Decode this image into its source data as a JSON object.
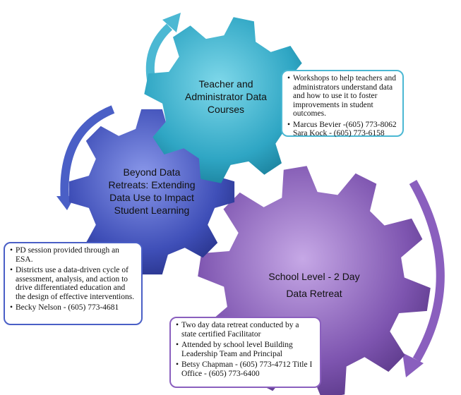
{
  "gears": [
    {
      "id": "teacher",
      "title": "Teacher and Administrator Data Courses",
      "color": "#2fa6c4",
      "bullets": [
        "Workshops to help teachers and administrators understand data and how to use it to foster improvements in student outcomes.",
        "Marcus Bevier -(605) 773-8062 Sara Kock - (605) 773-6158"
      ]
    },
    {
      "id": "beyond",
      "title": "Beyond Data Retreats: Extending Data Use to Impact Student Learning",
      "color": "#3f4fb8",
      "bullets": [
        "PD session provided through an ESA.",
        "Districts use a data-driven cycle of assessment, analysis, and action to drive differentiated education and the design of effective interventions.",
        "Becky Nelson - (605) 773-4681"
      ]
    },
    {
      "id": "school",
      "title": "School Level - 2 Day Data Retreat",
      "color": "#7e55b0",
      "bullets": [
        "Two day data retreat conducted by a state certified Facilitator",
        "Attended by school level  Building Leadership Team and Principal",
        "Betsy Chapman - (605) 773-4712 Title I Office - (605) 773-6400"
      ]
    }
  ]
}
